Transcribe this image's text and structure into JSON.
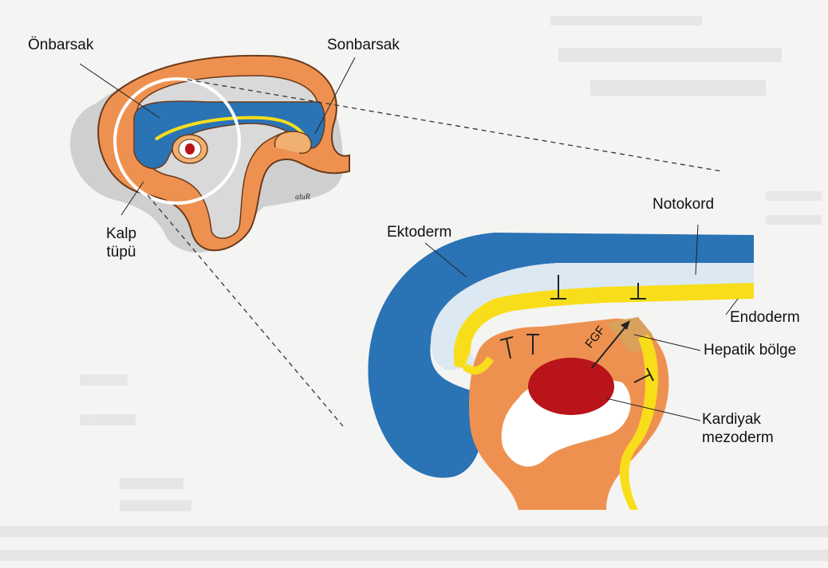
{
  "labels": {
    "onbarsak": "Önbarsak",
    "sonbarsak": "Sonbarsak",
    "kalp_line1": "Kalp",
    "kalp_line2": "tüpü",
    "ektoderm": "Ektoderm",
    "notokord": "Notokord",
    "endoderm": "Endoderm",
    "hepatik": "Hepatik bölge",
    "kardiyak_line1": "Kardiyak",
    "kardiyak_line2": "mezoderm",
    "fgf": "FGF"
  },
  "colors": {
    "ectoderm_blue": "#2a73b5",
    "endoderm_yellow": "#f8de1a",
    "mesoderm_orange": "#ee9150",
    "cardiac_red": "#b8141a",
    "notochord_lightblue": "#dce8f2",
    "hepatic": "#d9a15c"
  }
}
